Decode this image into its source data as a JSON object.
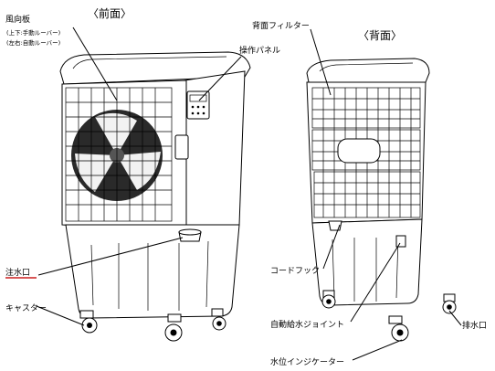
{
  "front_view_title": "〈前面〉",
  "back_view_title": "〈背面〉",
  "labels": {
    "louver": "風向板",
    "louver_updown": "(上下:手動ルーバー)",
    "louver_leftright": "(左右:自動ルーバー)",
    "control_panel": "操作パネル",
    "water_inlet": "注水口",
    "casters": "キャスター",
    "back_filter": "背面フィルター",
    "cord_hook": "コードフック",
    "auto_water_joint": "自動給水ジョイント",
    "drain": "排水口",
    "water_level_indicator": "水位インジケーター"
  },
  "colors": {
    "water_inlet_underline": "#cc1f1f",
    "line": "#000000",
    "fan": "#2a2a2a"
  }
}
